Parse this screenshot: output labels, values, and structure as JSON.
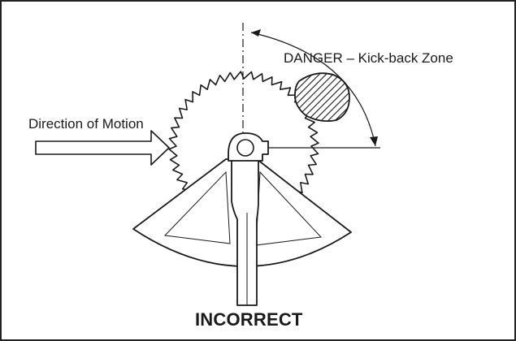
{
  "labels": {
    "danger_zone": "DANGER – Kick-back Zone",
    "motion": "Direction of Motion",
    "verdict": "INCORRECT"
  },
  "colors": {
    "ink": "#1a1a1a",
    "background": "#ffffff",
    "frame": "#222222"
  },
  "icons": {
    "motion_arrow": "right-arrow-icon",
    "danger_zone": "hatched-circle-icon"
  }
}
